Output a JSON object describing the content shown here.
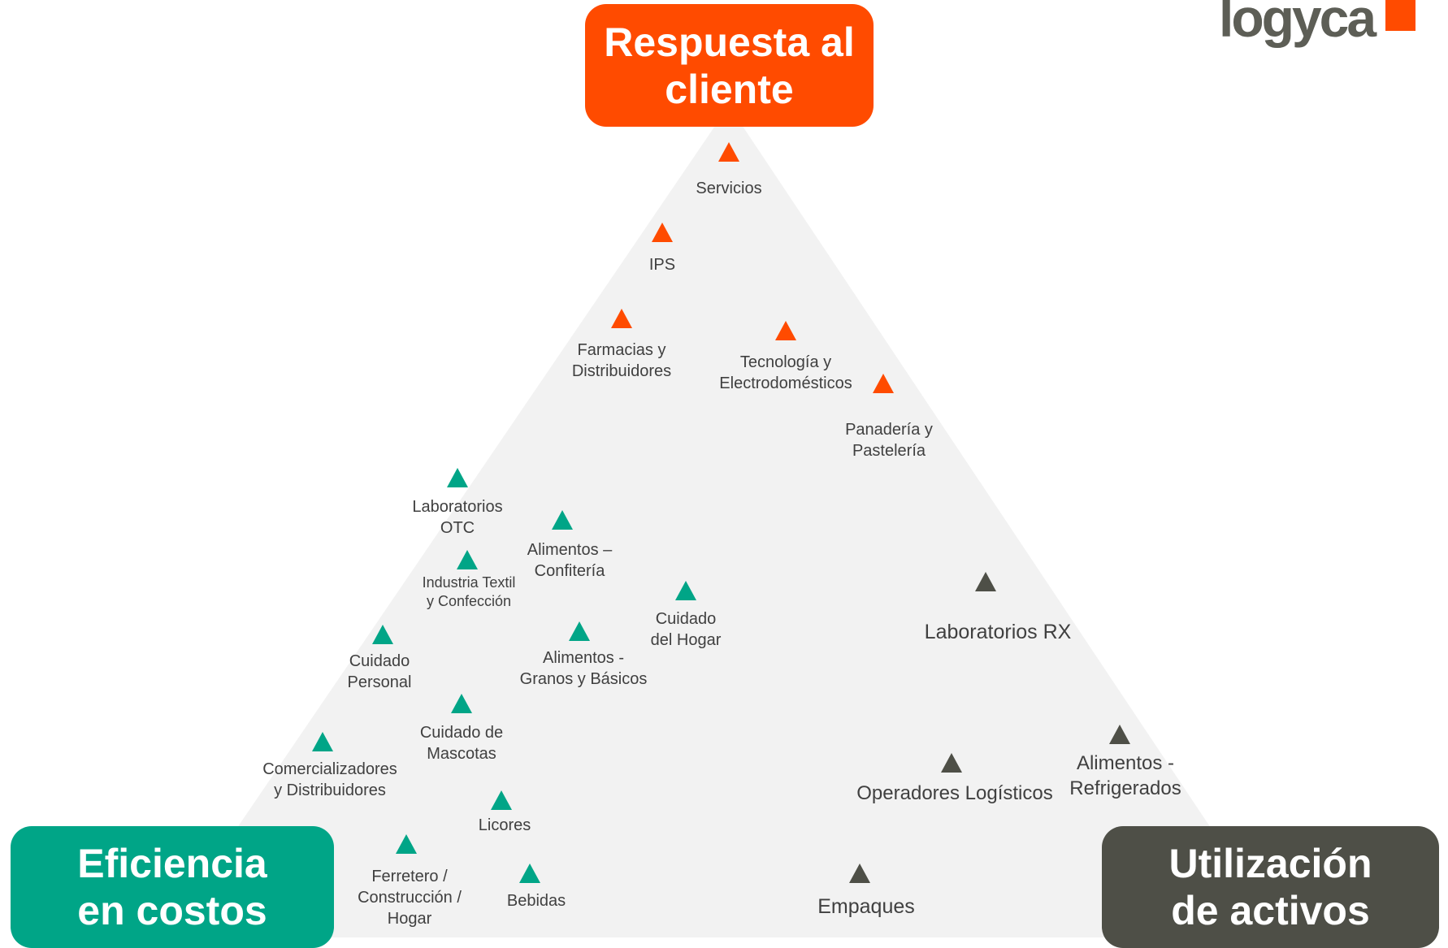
{
  "logo": {
    "text": "logyca",
    "accent_color": "#ff4b00"
  },
  "corners": {
    "top": {
      "label": "Respuesta al\ncliente",
      "color": "#ff4b00"
    },
    "left": {
      "label": "Eficiencia\nen costos",
      "color": "#00a587"
    },
    "right": {
      "label": "Utilización\nde activos",
      "color": "#4e4f47"
    }
  },
  "colors": {
    "respuesta": "#ff4b00",
    "eficiencia": "#00a587",
    "activos": "#4e4f47",
    "triangle_fill": "#f2f2f2"
  },
  "items": [
    {
      "label": "Servicios",
      "group": "respuesta"
    },
    {
      "label": "IPS",
      "group": "respuesta"
    },
    {
      "label": "Farmacias y\nDistribuidores",
      "group": "respuesta"
    },
    {
      "label": "Tecnología y\nElectrodomésticos",
      "group": "respuesta"
    },
    {
      "label": "Panadería y\nPastelería",
      "group": "respuesta"
    },
    {
      "label": "Laboratorios\nOTC",
      "group": "eficiencia"
    },
    {
      "label": "Alimentos –\nConfitería",
      "group": "eficiencia"
    },
    {
      "label": "Industria Textil\ny Confección",
      "group": "eficiencia"
    },
    {
      "label": "Cuidado\ndel Hogar",
      "group": "eficiencia"
    },
    {
      "label": "Cuidado\nPersonal",
      "group": "eficiencia"
    },
    {
      "label": "Alimentos -\nGranos y Básicos",
      "group": "eficiencia"
    },
    {
      "label": "Cuidado de\nMascotas",
      "group": "eficiencia"
    },
    {
      "label": "Comercializadores\ny Distribuidores",
      "group": "eficiencia"
    },
    {
      "label": "Licores",
      "group": "eficiencia"
    },
    {
      "label": "Ferretero /\nConstrucción /\nHogar",
      "group": "eficiencia"
    },
    {
      "label": "Bebidas",
      "group": "eficiencia"
    },
    {
      "label": "Laboratorios RX",
      "group": "activos"
    },
    {
      "label": "Alimentos -\nRefrigerados",
      "group": "activos"
    },
    {
      "label": "Operadores Logísticos",
      "group": "activos"
    },
    {
      "label": "Empaques",
      "group": "activos"
    }
  ]
}
